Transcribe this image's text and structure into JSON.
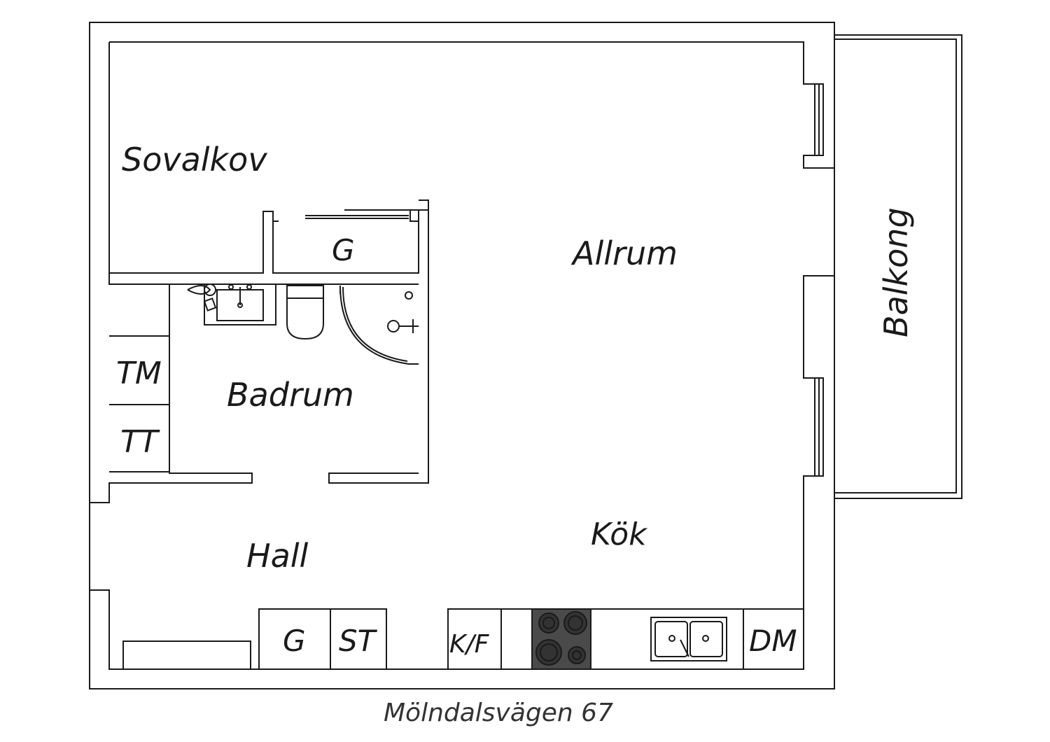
{
  "rooms": {
    "sovalkov": "Sovalkov",
    "g_closet": "G",
    "allrum": "Allrum",
    "balkong": "Balkong",
    "tm": "TM",
    "tt": "TT",
    "badrum": "Badrum",
    "hall": "Hall",
    "kok": "Kök"
  },
  "units": {
    "g": "G",
    "st": "ST",
    "kf": "K/F",
    "dm": "DM"
  },
  "caption": "Mölndalsvägen 67",
  "colors": {
    "line": "#1a1a1a",
    "wall_fill": "#ffffff",
    "stove": "#4a4a4a"
  }
}
